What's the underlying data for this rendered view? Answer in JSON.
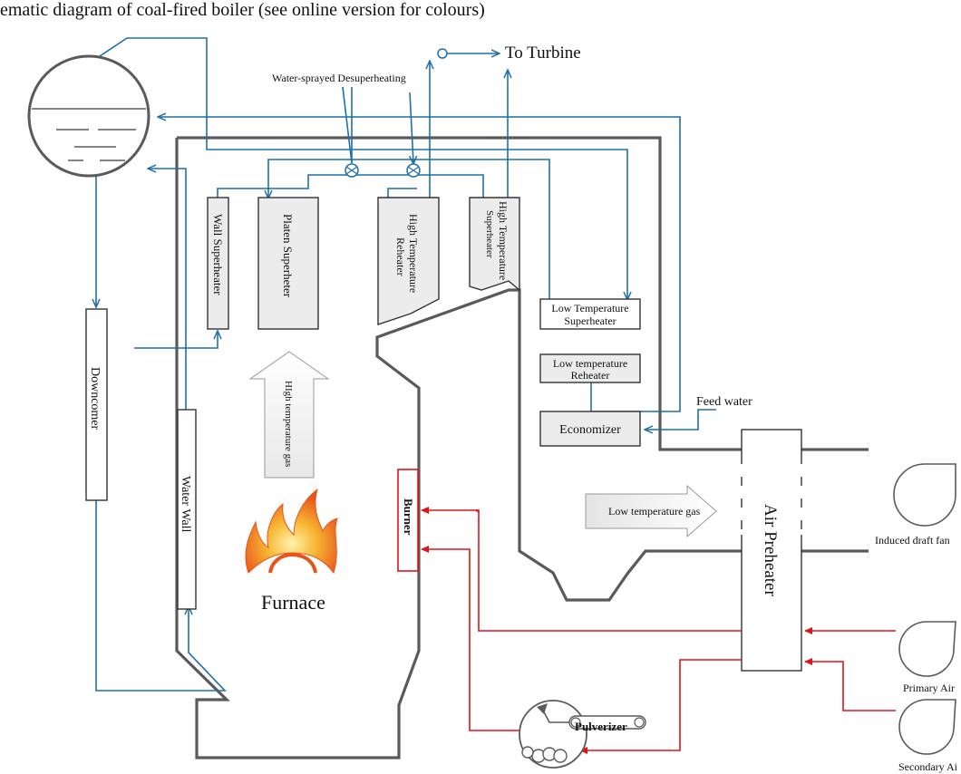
{
  "caption": "ematic diagram of coal-fired boiler (see online version for colours)",
  "labels": {
    "to_turbine": "To Turbine",
    "desuperheating": "Water-sprayed Desuperheating",
    "wall_superheater": "Wall Superheater",
    "platen_superheater": "Platen Superheter",
    "ht_reheater_1": "High Temperature",
    "ht_reheater_2": "Reheater",
    "ht_superheater_1": "High Temperature",
    "ht_superheater_2": "Superheater",
    "lt_superheater_1": "Low Temperature",
    "lt_superheater_2": "Superheater",
    "lt_reheater_1": "Low temperature",
    "lt_reheater_2": "Reheater",
    "economizer": "Economizer",
    "feed_water": "Feed water",
    "downcomer": "Downcomer",
    "water_wall": "Water Wall",
    "high_temp_gas": "HIgh temperature gas",
    "furnace": "Furnace",
    "burner": "Burner",
    "low_temp_gas": "Low temperature gas",
    "air_preheater": "Air Preheater",
    "induced_draft_fan": "Induced draft fan",
    "primary_air": "Primary Air",
    "secondary_air": "Secondary Ai",
    "pulverizer": "Pulverizer"
  },
  "colors": {
    "water_steam_line": "#1f6fa8",
    "air_coal_line": "#e0141a",
    "boiler_wall": "#5a5a5a",
    "flame": "#f39a1e"
  }
}
